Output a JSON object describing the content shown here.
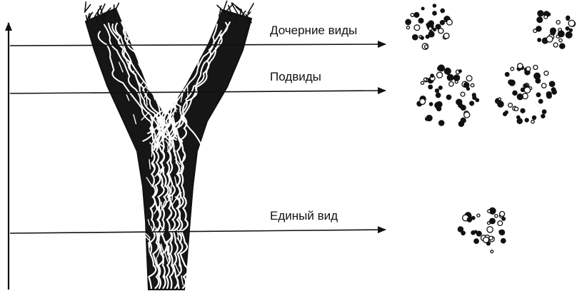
{
  "diagram": {
    "ink_color": "#111111",
    "background_color": "#ffffff",
    "time_axis": {
      "arrow": "up"
    },
    "levels": [
      {
        "id": "daughter-species",
        "label": "Дочерние виды",
        "population_clusters": 2
      },
      {
        "id": "subspecies",
        "label": "Подвиды",
        "population_clusters": 2
      },
      {
        "id": "single-species",
        "label": "Единый вид",
        "population_clusters": 1
      }
    ],
    "lineage_shape": "branching-braided-trunk"
  }
}
